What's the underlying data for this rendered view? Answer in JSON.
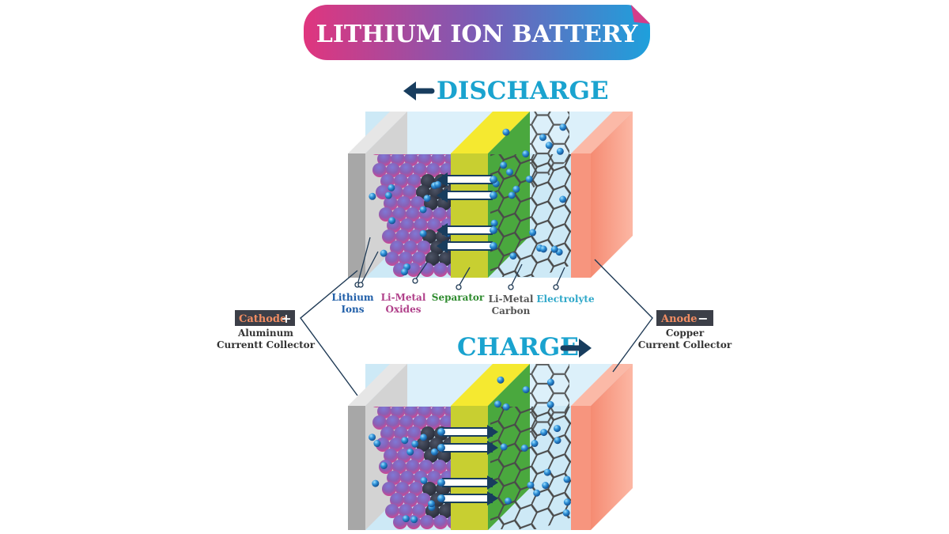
{
  "title": "LITHIUM ION BATTERY",
  "discharge_label": "DISCHARGE",
  "charge_label": "CHARGE",
  "cathode": {
    "badge": "Cathode",
    "sign": "+",
    "line1": "Aluminum",
    "line2": "Currentt Collector"
  },
  "anode": {
    "badge": "Anode",
    "sign": "−",
    "line1": "Copper",
    "line2": "Current Collector"
  },
  "components": {
    "lithium_ions": [
      "Lithium",
      "Ions"
    ],
    "li_metal_oxides": [
      "Li-Metal",
      "Oxides"
    ],
    "separator": [
      "Separator"
    ],
    "li_metal_carbon": [
      "Li-Metal",
      "Carbon"
    ],
    "electrolyte": [
      "Electrolyte"
    ]
  },
  "colors": {
    "title_gradient": [
      "#e0357e",
      "#7b5bb5",
      "#1ea0dc"
    ],
    "discharge_text": "#1aa3cf",
    "charge_text": "#1aa3cf",
    "arrow": "#183d5e",
    "badge_bg": "#3c3f48",
    "badge_text": "#f28d63",
    "lithium_ions_text": "#1f5ea8",
    "li_metal_oxides_text": "#b0408a",
    "separator_text": "#2e8b2e",
    "li_metal_carbon_text": "#555555",
    "electrolyte_text": "#2fa8c9",
    "aluminum": "#a7a7a7",
    "copper": "#f7957e",
    "separator_green": "#4aa83e",
    "separator_yellow": "#c8cf31",
    "electrolyte_bg": "#cde9f6"
  }
}
